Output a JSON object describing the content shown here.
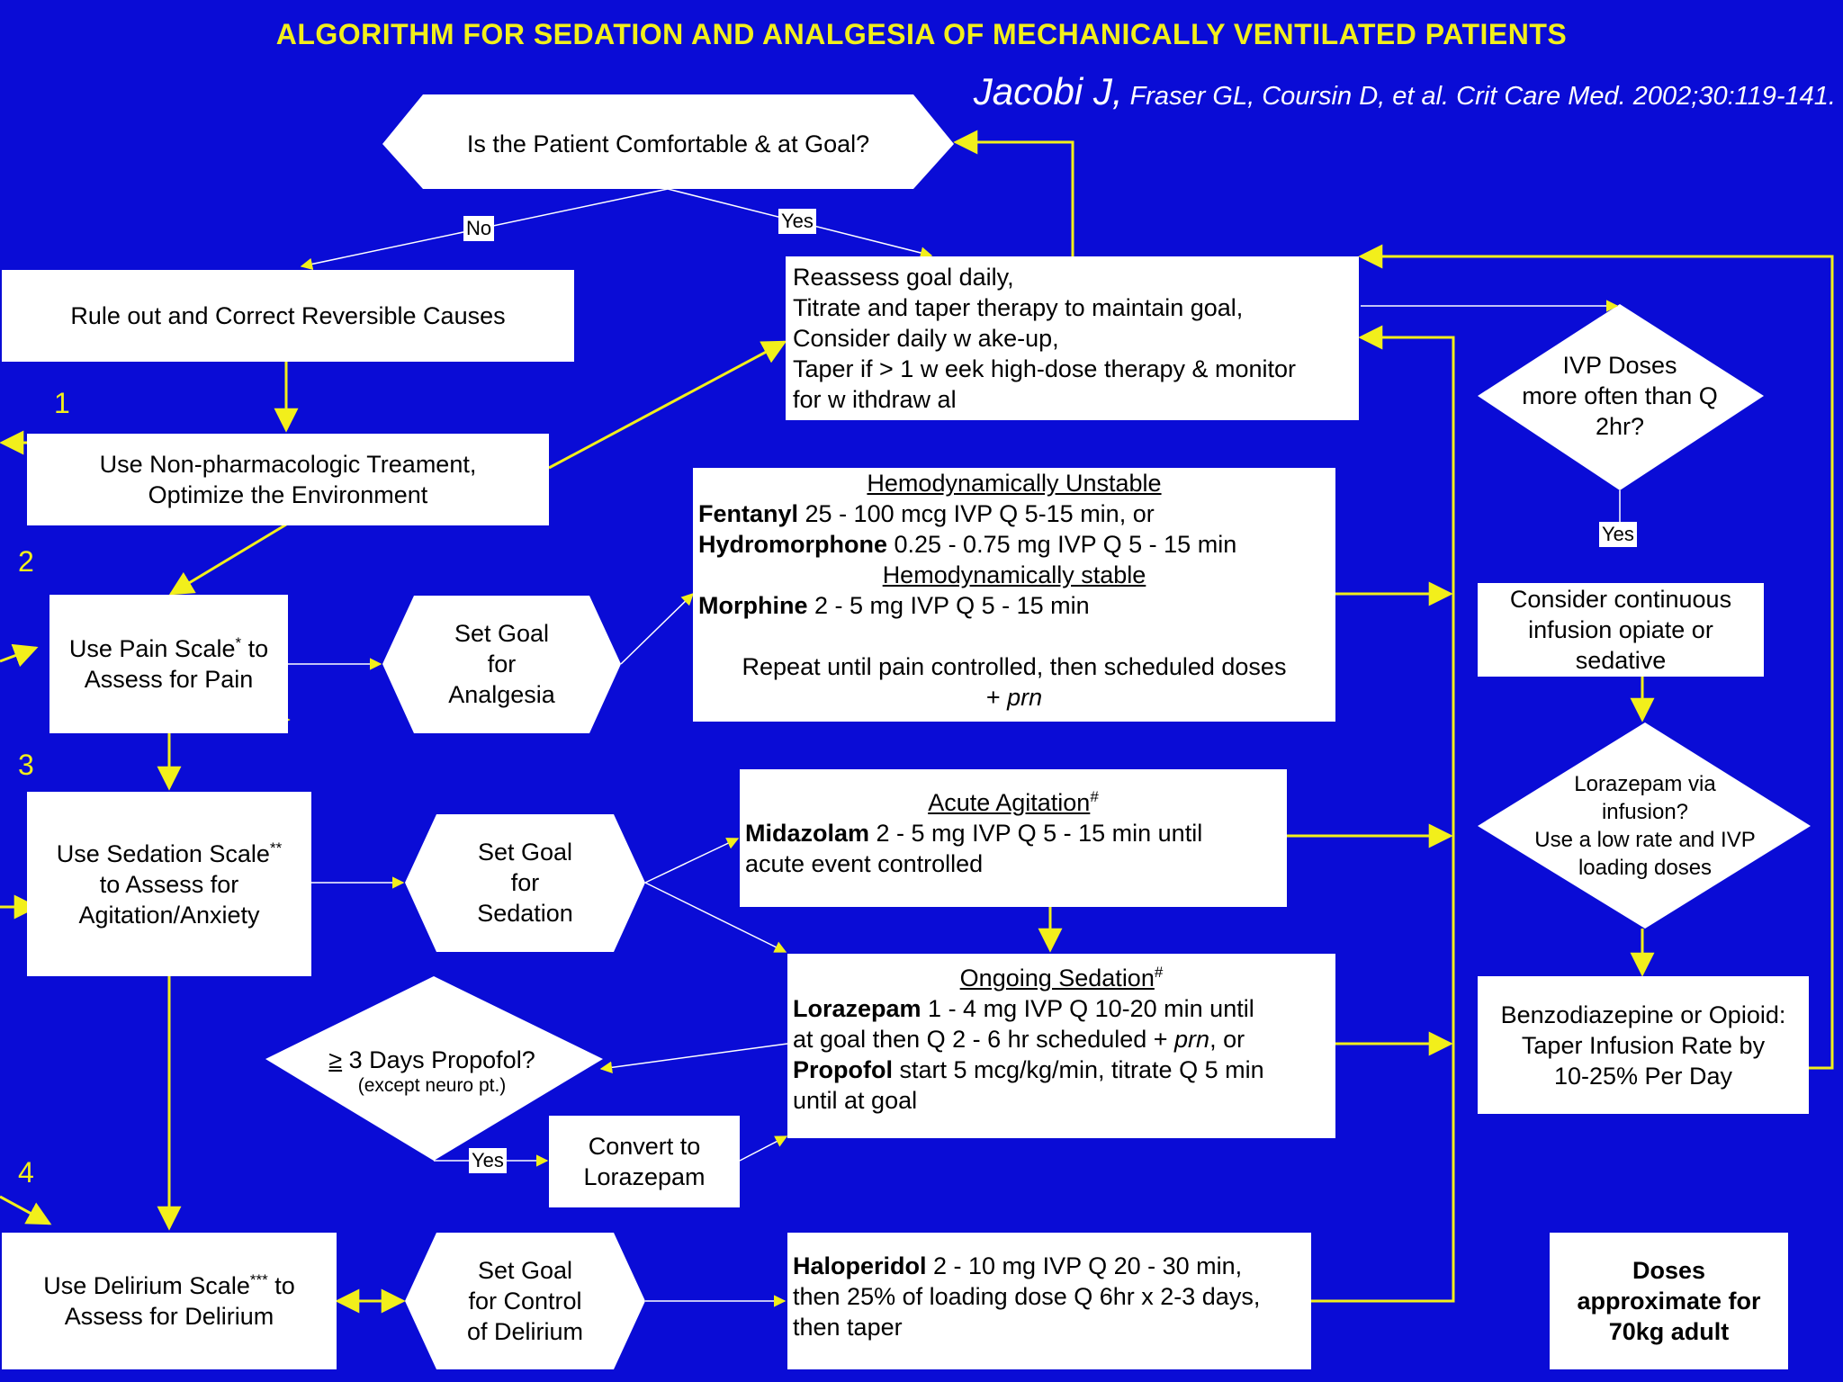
{
  "title": "ALGORITHM FOR SEDATION AND ANALGESIA OF MECHANICALLY VENTILATED PATIENTS",
  "citation": {
    "author": "Jacobi J,",
    "rest": "Fraser GL, Coursin D, et al.  Crit Care Med. 2002;30:119-141."
  },
  "colors": {
    "background": "#0a0cd6",
    "accent": "#f2ef1b",
    "box": "#ffffff"
  },
  "top_decision": {
    "text": "Is the Patient Comfortable & at Goal?",
    "no_label": "No",
    "yes_label": "Yes"
  },
  "rule_out": {
    "text": "Rule out and Correct Reversible Causes"
  },
  "reassess": {
    "lines": [
      "Reassess goal daily,",
      "Titrate and taper therapy to maintain goal,",
      "Consider daily w ake-up,",
      "Taper if > 1 w eek high-dose therapy & monitor",
      "for w ithdraw al"
    ]
  },
  "steps": {
    "n1": "1",
    "n2": "2",
    "n3": "3",
    "n4": "4",
    "nonpharm": [
      "Use Non-pharmacologic  Treament,",
      "Optimize the Environment"
    ],
    "pain": {
      "line1": "Use Pain Scale",
      "mark": "*",
      "line1b": " to",
      "line2": "Assess for Pain"
    },
    "sedation": {
      "line1": "Use Sedation Scale",
      "mark": "**",
      "line2": "to Assess for",
      "line3": "Agitation/Anxiety"
    },
    "delirium": {
      "line1": "Use Delirium Scale",
      "mark": "***",
      "line1b": " to",
      "line2": "Assess  for Delirium"
    }
  },
  "goals": {
    "analgesia": [
      "Set Goal",
      "for",
      "Analgesia"
    ],
    "sedation": [
      "Set Goal",
      "for",
      "Sedation"
    ],
    "delirium": [
      "Set Goal",
      "for Control",
      "of Delirium"
    ]
  },
  "analgesia_box": {
    "unstable_heading": "Hemodynamically Unstable",
    "fentanyl_drug": "Fentanyl",
    "fentanyl_dose": " 25 - 100 mcg IVP Q 5-15 min, or",
    "hydro_drug": "Hydromorphone",
    "hydro_dose": " 0.25 - 0.75 mg IVP Q 5 - 15 min",
    "stable_heading": "Hemodynamically stable",
    "morphine_drug": "Morphine",
    "morphine_dose": " 2 - 5 mg IVP Q 5 - 15 min",
    "repeat_line1": "Repeat until pain controlled, then scheduled doses",
    "repeat_line2_pre": "+ ",
    "repeat_line2_prn": "prn"
  },
  "acute_box": {
    "heading": "Acute Agitation",
    "mark": "#",
    "drug": "Midazolam",
    "dose": " 2 - 5 mg IVP Q 5 - 15 min until",
    "line2": "acute event controlled"
  },
  "ongoing_box": {
    "heading": "Ongoing Sedation",
    "mark": "#",
    "loraz_drug": "Lorazepam",
    "loraz_dose": " 1 - 4 mg IVP Q 10-20 min until",
    "line2_pre": "at goal then Q 2 - 6 hr scheduled + ",
    "line2_prn": "prn",
    "line2_post": ", or",
    "propofol_drug": "Propofol",
    "propofol_dose": " start 5 mcg/kg/min, titrate Q 5 min",
    "line4": "until at goal"
  },
  "propofol_decision": {
    "line1_ge": "≥",
    "line1": " 3 Days Propofol?",
    "line2": "(except neuro pt.)",
    "yes_label": "Yes"
  },
  "convert_box": [
    "Convert to",
    "Lorazepam"
  ],
  "haloperidol_box": {
    "drug": "Haloperidol",
    "dose": " 2 - 10 mg IVP Q 20 - 30 min,",
    "line2": "then 25% of loading dose Q 6hr x 2-3 days,",
    "line3": "then taper"
  },
  "ivp_decision": [
    "IVP Doses",
    "more often than  Q",
    "2hr?"
  ],
  "ivp_yes_label": "Yes",
  "continuous_box": [
    "Consider continuous",
    "infusion opiate or",
    "sedative"
  ],
  "lorazepam_infusion": [
    "Lorazepam via",
    "infusion?",
    "Use a low rate and IVP",
    "loading doses"
  ],
  "taper_box": [
    "Benzodiazepine or Opioid:",
    "Taper Infusion Rate by",
    "10-25% Per Day"
  ],
  "doses_note": [
    "Doses",
    "approximate for",
    "70kg adult"
  ]
}
